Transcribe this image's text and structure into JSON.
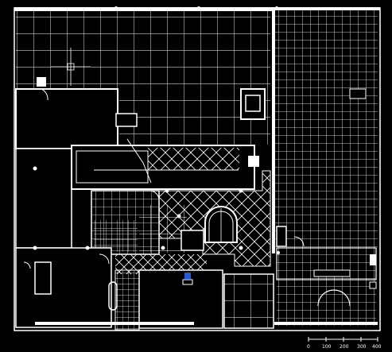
{
  "canvas": {
    "background": "#000000",
    "line_color": "#ffffff",
    "accent_color": "#1e5bd6"
  },
  "scale_bar": {
    "labels": [
      "0",
      "100",
      "200",
      "300",
      "400"
    ]
  },
  "icons": {
    "crosshair": "crosshair-cursor-icon",
    "selection": "selection-marker-icon"
  }
}
